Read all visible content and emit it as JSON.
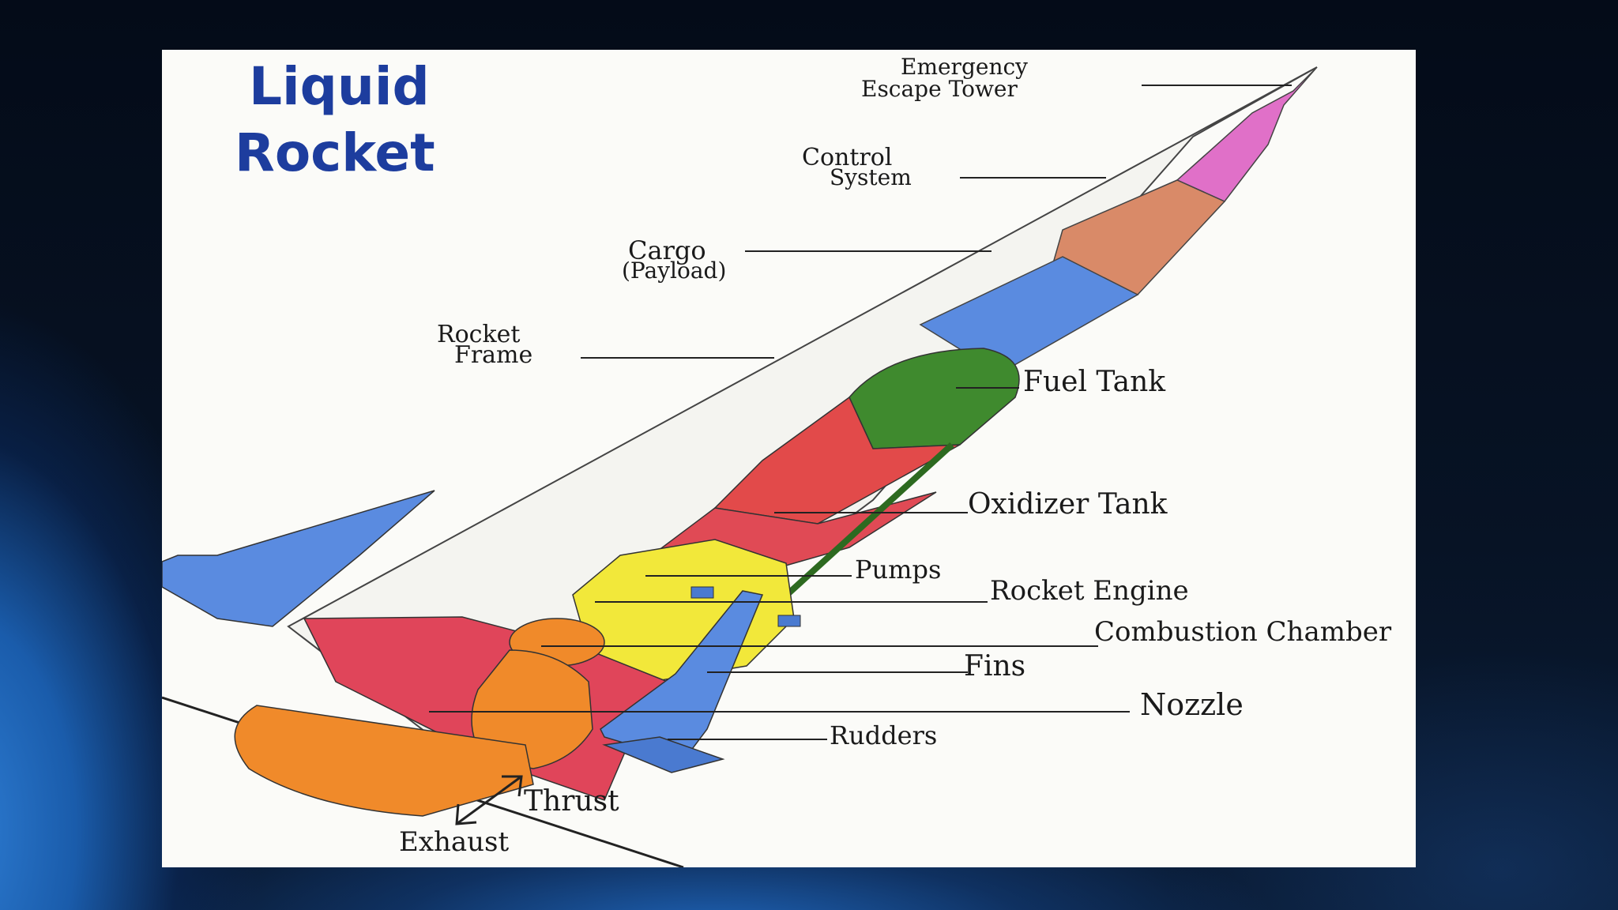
{
  "title": {
    "line1": "Liquid",
    "line2": "Rocket"
  },
  "labels": {
    "escape_tower_1": "Emergency",
    "escape_tower_2": "Escape Tower",
    "control_1": "Control",
    "control_2": "System",
    "cargo_1": "Cargo",
    "cargo_2": "(Payload)",
    "frame_1": "Rocket",
    "frame_2": "Frame",
    "fuel_tank": "Fuel Tank",
    "oxidizer_tank": "Oxidizer Tank",
    "pumps": "Pumps",
    "rocket_engine": "Rocket Engine",
    "combustion_chamber": "Combustion Chamber",
    "fins": "Fins",
    "nozzle": "Nozzle",
    "rudders": "Rudders",
    "thrust": "Thrust",
    "exhaust": "Exhaust"
  },
  "colors": {
    "escape_tower": "#e070c8",
    "control_system": "#d98a68",
    "cargo": "#5a8be0",
    "fuel_tank": "#3f8a2e",
    "oxidizer_tank": "#e24a4a",
    "pumps_area": "#f2e83a",
    "engine": "#f08a2a",
    "fins": "#5a8be0",
    "title": "#1d3d9e"
  }
}
